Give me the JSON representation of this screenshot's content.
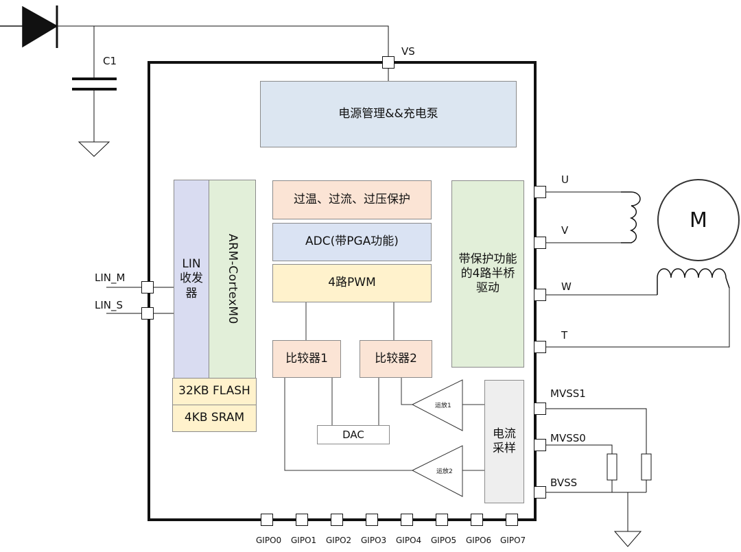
{
  "colors": {
    "power": "#dce6f1",
    "protect": "#fbe4d5",
    "adc": "#dae3f3",
    "pwm": "#fff2cc",
    "lin": "#d9dcf1",
    "mcu": "#e2efd9",
    "memory": "#fff2cc",
    "bridge": "#e2efd9",
    "comparator": "#fbe4d5",
    "sensing": "#eeeeee"
  },
  "blocks": {
    "power": "电源管理&&充电泵",
    "protect": "过温、过流、过压保护",
    "adc": "ADC(带PGA功能)",
    "pwm": "4路PWM",
    "lin_line1": "LIN",
    "lin_line2": "收发",
    "lin_line3": "器",
    "mcu": "ARM-CortexM0",
    "flash": "32KB FLASH",
    "sram": "4KB SRAM",
    "bridge_line1": "带保护功能",
    "bridge_line2": "的4路半桥",
    "bridge_line3": "驱动",
    "cmp1": "比较器1",
    "cmp2": "比较器2",
    "dac": "DAC",
    "sense_line1": "电流",
    "sense_line2": "采样",
    "amp1": "运放1",
    "amp2": "运放2"
  },
  "pins": {
    "vs": "VS",
    "u": "U",
    "v": "V",
    "w": "W",
    "t": "T",
    "mvss1": "MVSS1",
    "mvss0": "MVSS0",
    "bvss": "BVSS",
    "lin_m": "LIN_M",
    "lin_s": "LIN_S",
    "gpio": [
      "GIPO0",
      "GIPO1",
      "GIPO2",
      "GIPO3",
      "GIPO4",
      "GIPO5",
      "GIPO6",
      "GIPO7"
    ]
  },
  "external": {
    "capacitor": "C1",
    "motor": "M"
  }
}
